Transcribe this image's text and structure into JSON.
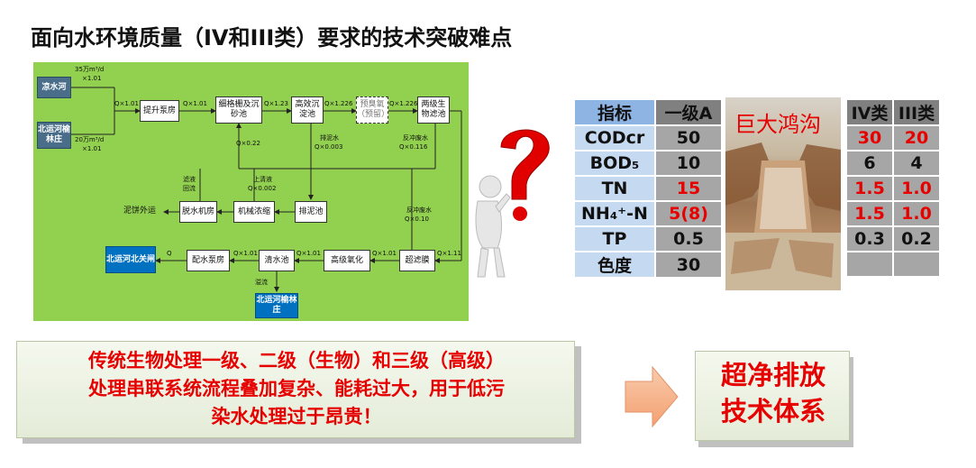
{
  "title": "面向水环境质量（IV和III类）要求的技术突破难点",
  "flow": {
    "sources": [
      "凉水河",
      "北运河榆林庄"
    ],
    "source_labels": [
      "35万m³/d",
      "×1.01",
      "20万m³/d",
      "×1.01"
    ],
    "boxes": {
      "pump": "提升泵房",
      "grille": "细格栅及沉砂池",
      "sedim": "高效沉淀池",
      "ozone": "预臭氧（预留）",
      "biofilter": "两级生物滤池",
      "dewater": "脱水机房",
      "thicken": "机械浓缩",
      "sludge_pool": "排泥池",
      "distrib": "配水泵房",
      "clear": "清水池",
      "oxid": "高级氧化",
      "uf": "超滤膜",
      "out1": "北运河北关闸",
      "out2": "北运河榆林庄"
    },
    "labels": {
      "q101a": "Q×1.01",
      "q101b": "Q×1.01",
      "q123": "Q×1.23",
      "q1226a": "Q×1.226",
      "q1226b": "Q×1.226",
      "q022": "Q×0.22",
      "paini": "排泥水",
      "q0003": "Q×0.003",
      "fanchong1": "反冲废水",
      "q0116": "Q×0.116",
      "lvye": "滤液",
      "huiliu": "回流",
      "shangqing": "上清液",
      "q0002": "Q×0.002",
      "fanchong2": "反冲废水",
      "q010": "Q×0.10",
      "nibing": "泥饼外运",
      "q": "Q",
      "q101c": "Q×1.01",
      "q101d": "Q×1.01",
      "q101e": "Q×1.01",
      "q111": "Q×1.11",
      "yiliu": "溢流"
    }
  },
  "table1": {
    "headers": [
      "指标",
      "一级A"
    ],
    "rows": [
      [
        "CODcr",
        "50"
      ],
      [
        "BOD₅",
        "10"
      ],
      [
        "TN",
        "15"
      ],
      [
        "NH₄⁺-N",
        "5(8)"
      ],
      [
        "TP",
        "0.5"
      ],
      [
        "色度",
        "30"
      ]
    ]
  },
  "photo_title": "巨大鸿沟",
  "table2": {
    "headers": [
      "IV类",
      "III类"
    ],
    "rows": [
      [
        "30",
        "20"
      ],
      [
        "6",
        "4"
      ],
      [
        "1.5",
        "1.0"
      ],
      [
        "1.5",
        "1.0"
      ],
      [
        "0.3",
        "0.2"
      ],
      [
        "",
        ""
      ]
    ]
  },
  "message": {
    "line1": "传统生物处理一级、二级（生物）和三级（高级）",
    "line2": "处理串联系统流程叠加复杂、能耗过大，用于低污",
    "line3": "染水处理过于昂贵！"
  },
  "result": {
    "line1": "超净排放",
    "line2": "技术体系"
  },
  "colors": {
    "accent_red": "#e60000",
    "flow_bg": "#92d050",
    "table_blue": "#c5d9f1",
    "table_gray": "#a6a6a6",
    "arrow": "#f4b183"
  }
}
